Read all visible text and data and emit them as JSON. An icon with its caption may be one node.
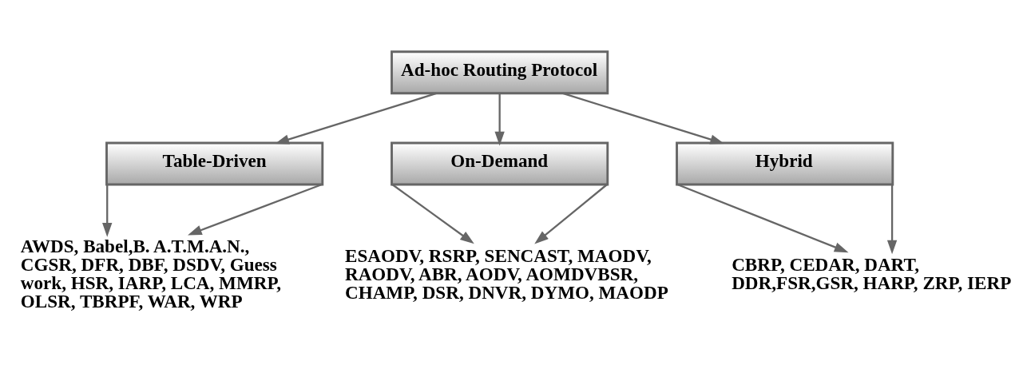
{
  "diagram": {
    "nodes": [
      {
        "text": [
          "Ad-hoc Routing Protocol"
        ]
      },
      {
        "text": [
          "Table-Driven"
        ]
      },
      {
        "text": [
          "On-Demand"
        ]
      },
      {
        "text": [
          "Hybrid"
        ]
      },
      {
        "text": [
          "AWDS, Babel,B. A.T.M.A.N., CGSR, DFR, DBF, DSDV, Guess work, HSR, IARP, LCA, MMRP, OLSR, TBRPF, WAR, WRP"
        ]
      },
      {
        "text": [
          "ESAODV, RSRP, SENCAST, MAODV, RAODV, ABR, AODV, AOMDVBSR, CHAMP, DSR, DNVR, DYMO, MAODP"
        ]
      },
      {
        "text": [
          "CBRP, CEDAR, DART, DDR,FSR,GSR, HARP, ZRP, IERP"
        ]
      }
    ],
    "edges": [
      {
        "from": 0,
        "to": 1,
        "arrow": "to"
      },
      {
        "from": 0,
        "to": 2,
        "arrow": "to"
      },
      {
        "from": 0,
        "to": 3,
        "arrow": "to"
      },
      {
        "from": 1,
        "to": 4,
        "arrow": "to"
      },
      {
        "from": 1,
        "to": 4,
        "arrow": "to"
      },
      {
        "from": 2,
        "to": 5,
        "arrow": "to"
      },
      {
        "from": 2,
        "to": 5,
        "arrow": "to"
      },
      {
        "from": 3,
        "to": 6,
        "arrow": "to"
      },
      {
        "from": 3,
        "to": 6,
        "arrow": "to"
      }
    ]
  }
}
